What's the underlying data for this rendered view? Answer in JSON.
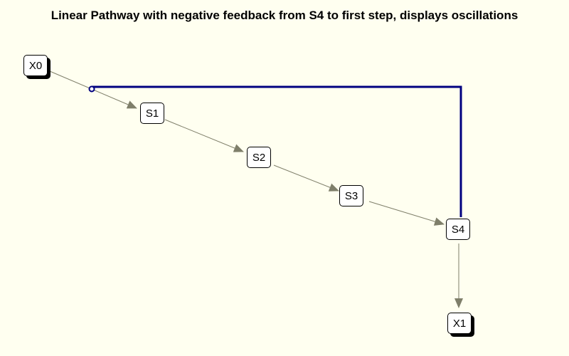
{
  "title": "Linear Pathway with negative feedback from S4 to first step, displays oscillations",
  "nodes": {
    "x0": "X0",
    "s1": "S1",
    "s2": "S2",
    "s3": "S3",
    "s4": "S4",
    "x1": "X1"
  },
  "colors": {
    "background": "#fffff0",
    "reaction_edge": "#7f7f6a",
    "feedback_edge": "#000080",
    "node_border": "#000000",
    "node_fill": "#ffffff"
  }
}
